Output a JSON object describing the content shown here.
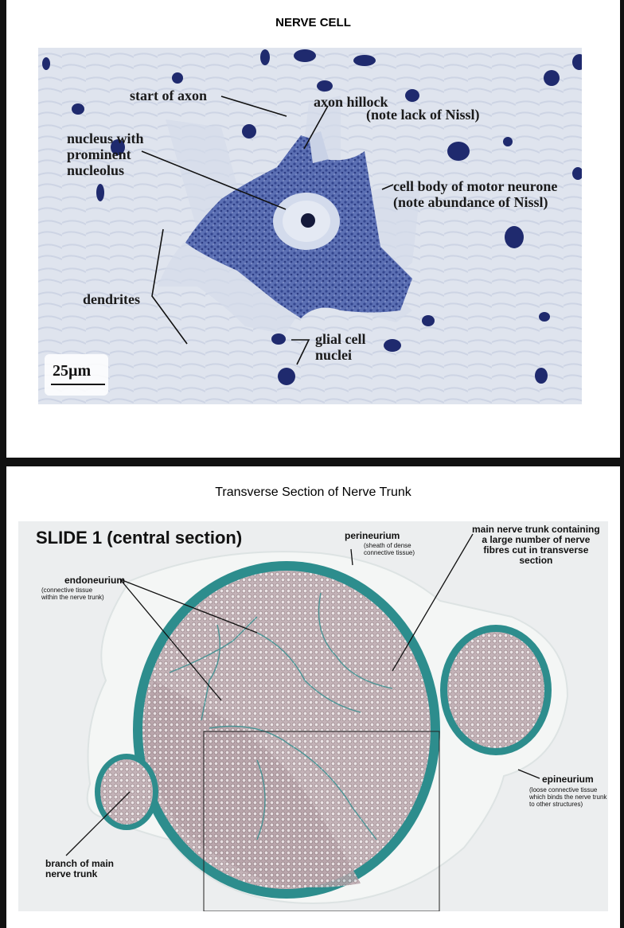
{
  "nerve_cell": {
    "title": "NERVE CELL",
    "labels": {
      "start_of_axon": "start of axon",
      "axon_hillock": "axon hillock",
      "note_lack_of_nissl": "(note lack of Nissl)",
      "nucleus": "nucleus with\nprominent\nnucleolus",
      "cell_body": "cell body of motor neurone",
      "note_abundance_of_nissl": "(note abundance of Nissl)",
      "dendrites": "dendrites",
      "glial_cell_nuclei": "glial cell\nnuclei"
    },
    "scale_bar": "25µm"
  },
  "nerve_trunk": {
    "title": "Transverse Section of Nerve Trunk",
    "slide_title": "SLIDE 1 (central section)",
    "labels": {
      "perineurium": "perineurium",
      "perineurium_note": "(sheath of dense\nconnective tissue)",
      "main_trunk": "main nerve trunk containing\na large number of nerve\nfibres cut in transverse\nsection",
      "endoneurium": "endoneurium",
      "endoneurium_note": "(connective tissue\nwithin the nerve trunk)",
      "epineurium": "epineurium",
      "epineurium_note": "(loose connective tissue\nwhich binds the nerve trunk\nto other structures)",
      "branch": "branch of main\nnerve trunk"
    }
  },
  "colors": {
    "page_background": "#111111",
    "stain_nissl": "#3a4c95",
    "stain_perineurium": "#2d8d8d",
    "fibre_fill": "#c9b8bc"
  }
}
